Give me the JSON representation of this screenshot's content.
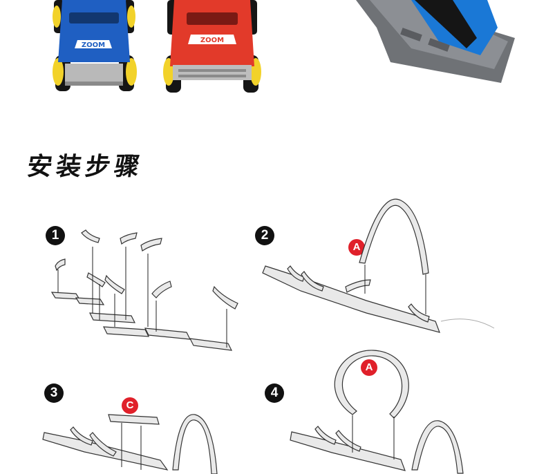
{
  "section": {
    "title": "安装步骤"
  },
  "car_badge": "ZOOM",
  "steps": [
    {
      "number": "1"
    },
    {
      "number": "2",
      "part_label": "A"
    },
    {
      "number": "3",
      "part_label": "C"
    },
    {
      "number": "4",
      "part_label": "A"
    }
  ],
  "colors": {
    "blue_car": "#1f5fc2",
    "red_car": "#e23a2a",
    "wheel_rim": "#f2d22a",
    "track_gray": "#7a7d82",
    "track_blue": "#1a78d6",
    "label_red": "#e0202a"
  }
}
